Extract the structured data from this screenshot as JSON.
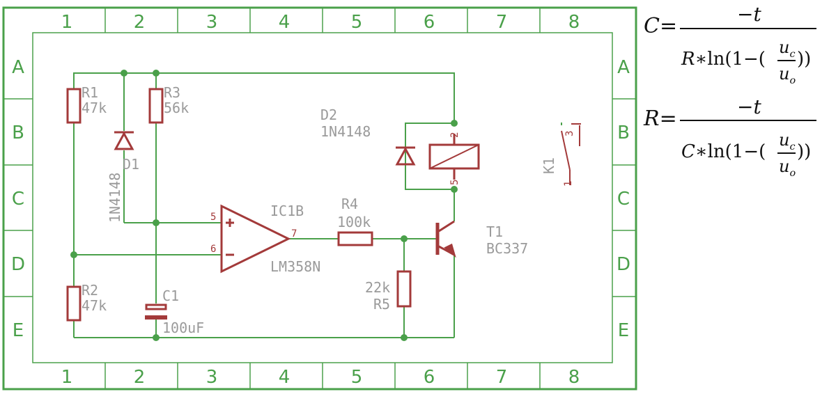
{
  "frame": {
    "columns": [
      "1",
      "2",
      "3",
      "4",
      "5",
      "6",
      "7",
      "8"
    ],
    "rows": [
      "A",
      "B",
      "C",
      "D",
      "E"
    ]
  },
  "labels": {
    "r1_name": "R1",
    "r1_value": "47k",
    "r2_name": "R2",
    "r2_value": "47k",
    "r3_name": "R3",
    "r3_value": "56k",
    "r4_name": "R4",
    "r4_value": "100k",
    "r5_name": "R5",
    "r5_value": "22k",
    "d1_name": "D1",
    "d1_value": "1N4148",
    "d2_name": "D2",
    "d2_value": "1N4148",
    "c1_name": "C1",
    "c1_value": "100uF",
    "ic_name": "IC1B",
    "ic_value": "LM358N",
    "t1_name": "T1",
    "t1_value": "BC337",
    "k1_name": "K1"
  },
  "pins": {
    "ic_plus": "5",
    "ic_minus": "6",
    "ic_out": "7",
    "relay_top": "2",
    "relay_bottom": "5",
    "k1_common": "1",
    "k1_contact": "3"
  },
  "formulas": {
    "c": {
      "lhs": "C",
      "eq": "=",
      "numerator": "−t",
      "den_prefix": "R",
      "den_mult": "∗",
      "den_fn": "ln",
      "den_open": "(1−(",
      "frac_num": "u",
      "frac_num_sub": "c",
      "frac_den": "u",
      "frac_den_sub": "o",
      "den_close": "))"
    },
    "r": {
      "lhs": "R",
      "eq": "=",
      "numerator": "−t",
      "den_prefix": "C",
      "den_mult": "∗",
      "den_fn": "ln",
      "den_open": "(1−(",
      "frac_num": "u",
      "frac_num_sub": "c",
      "frac_den": "u",
      "frac_den_sub": "o",
      "den_close": "))"
    }
  },
  "colors": {
    "frame": "#4aa04a",
    "wire": "#4aa04a",
    "component": "#a33a3a",
    "label": "#9a9a9a"
  }
}
